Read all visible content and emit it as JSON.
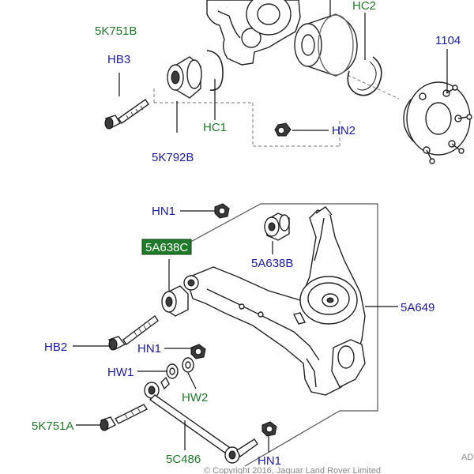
{
  "colors": {
    "blue_label": "#1a1aa8",
    "green_label": "#1f7a2a",
    "highlight_bg": "#1f7a2a",
    "line": "#222222"
  },
  "labels": {
    "p5K751B": "5K751B",
    "pHB3": "HB3",
    "pHC2": "HC2",
    "p1104": "1104",
    "pHC1": "HC1",
    "pHN2": "HN2",
    "p5K792B": "5K792B",
    "pHN1_top": "HN1",
    "p5A638C": "5A638C",
    "p5A638B": "5A638B",
    "p5A649": "5A649",
    "pHB2": "HB2",
    "pHN1_mid": "HN1",
    "pHW1": "HW1",
    "pHW2": "HW2",
    "p5K751A": "5K751A",
    "p5C486": "5C486",
    "pHN1_bottom": "HN1",
    "pAD": "AD"
  },
  "copyright": "© Copyright 2016, Jaguar Land Rover Limited"
}
